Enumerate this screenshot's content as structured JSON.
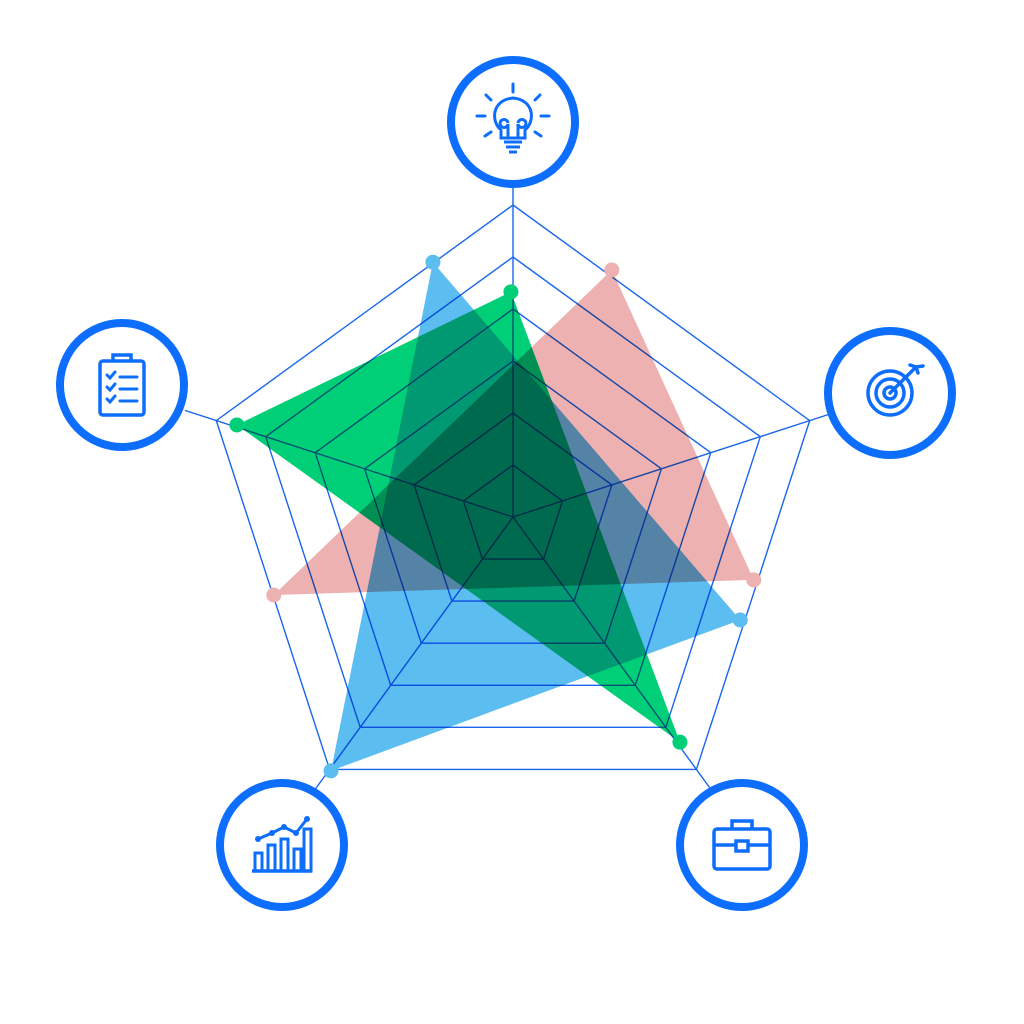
{
  "chart_data": {
    "type": "radar",
    "title": "",
    "rings": 6,
    "axes": [
      {
        "icon": "lightbulb-icon"
      },
      {
        "icon": "target-icon"
      },
      {
        "icon": "briefcase-icon"
      },
      {
        "icon": "bar-chart-icon"
      },
      {
        "icon": "clipboard-checklist-icon"
      }
    ],
    "series": [
      {
        "name": "blue",
        "color": "#5bbdf0",
        "points": [
          [
            -1.54,
            4.9
          ],
          [
            4.37,
            -1.98
          ],
          [
            -3.5,
            -4.88
          ]
        ]
      },
      {
        "name": "red",
        "color": "#eeb1b1",
        "points": [
          [
            1.9,
            4.75
          ],
          [
            4.63,
            -1.21
          ],
          [
            -4.6,
            -1.5
          ]
        ]
      },
      {
        "name": "green",
        "color": "#00cf78",
        "points": [
          [
            -0.04,
            4.33
          ],
          [
            3.21,
            -4.33
          ],
          [
            -5.31,
            1.77
          ]
        ]
      }
    ],
    "grid_color": "#1a66ee",
    "icon_color": "#0d6efd"
  }
}
